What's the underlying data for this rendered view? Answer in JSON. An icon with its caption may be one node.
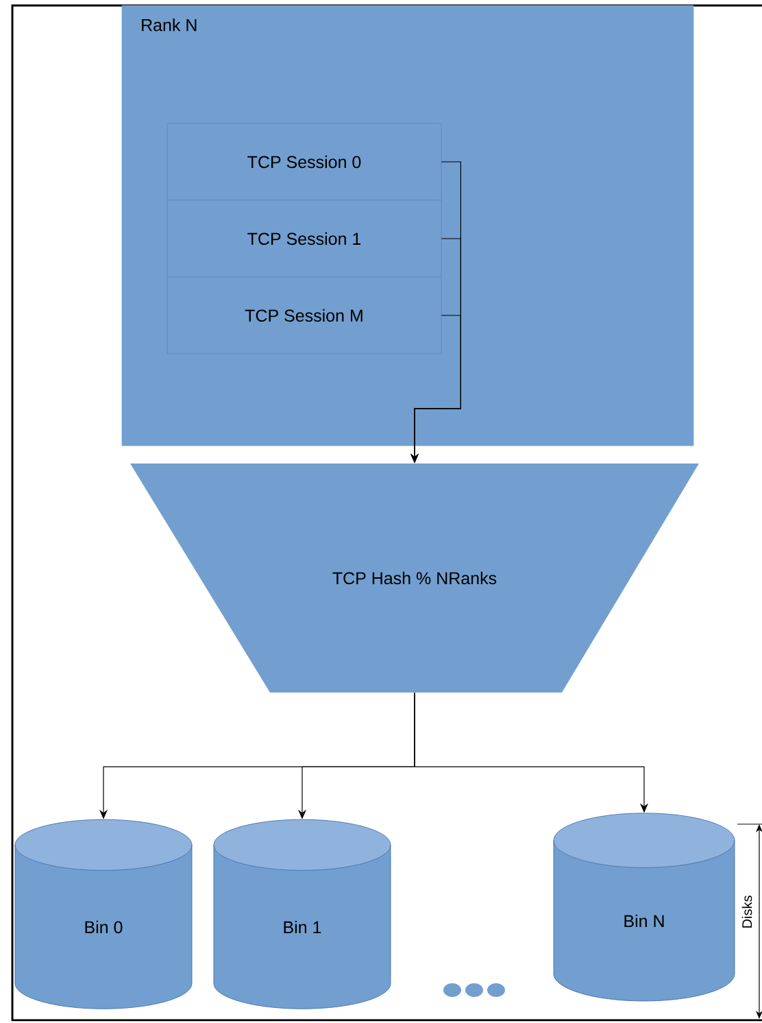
{
  "diagram": {
    "nodes": [
      {
        "text": [
          "Rank N"
        ]
      },
      {
        "text": [
          "TCP Session 0"
        ],
        "in": 0
      },
      {
        "text": [
          "TCP Session 1"
        ],
        "in": 0
      },
      {
        "text": [
          "TCP Session M"
        ],
        "in": 0
      },
      {
        "text": [
          "TCP Hash % NRanks"
        ]
      },
      {
        "text": [
          "Bin 0"
        ]
      },
      {
        "text": [
          "Bin 1"
        ]
      },
      {
        "text": [
          "Bin N"
        ]
      }
    ],
    "edges": [
      {
        "from": 1,
        "to": 4,
        "arrow": "to"
      },
      {
        "from": 2,
        "to": 4,
        "arrow": "to"
      },
      {
        "from": 3,
        "to": 4,
        "arrow": "to"
      },
      {
        "from": 4,
        "to": 5,
        "arrow": "to"
      },
      {
        "from": 4,
        "to": 6,
        "arrow": "to"
      },
      {
        "from": 4,
        "to": 7,
        "arrow": "to"
      }
    ],
    "labels": [
      "Disks"
    ]
  }
}
